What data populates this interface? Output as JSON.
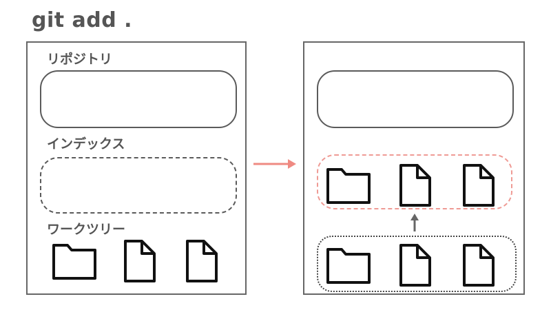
{
  "title": "git add .",
  "before": {
    "repository_label": "リポジトリ",
    "index_label": "インデックス",
    "worktree_label": "ワークツリー",
    "worktree_items": [
      "folder-icon",
      "file-icon",
      "file-icon"
    ]
  },
  "after": {
    "index_items": [
      "folder-icon",
      "file-icon",
      "file-icon"
    ],
    "worktree_items": [
      "folder-icon",
      "file-icon",
      "file-icon"
    ]
  },
  "colors": {
    "text": "#555555",
    "border": "#5a5a5a",
    "staged_border": "#ef9a94",
    "transition_arrow": "#ef8a82",
    "add_arrow": "#666666"
  }
}
